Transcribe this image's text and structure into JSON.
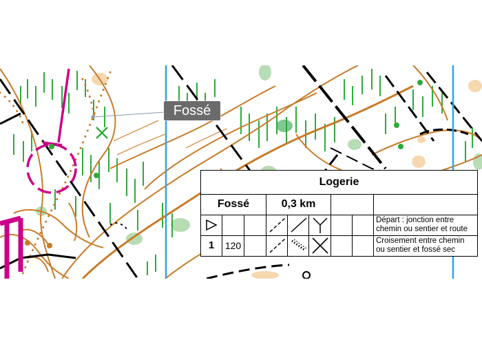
{
  "map": {
    "feature_label": "Fossé",
    "colors": {
      "contour": "#c87a28",
      "vegetation": "#2eaa3c",
      "light_green": "#b8dcb4",
      "course": "#cc0088",
      "grid_line": "#28a8e6",
      "path": "#000000",
      "knoll": "#f6d8b0"
    }
  },
  "description": {
    "title": "Logerie",
    "class_label": "Fossé",
    "distance": "0,3 km",
    "start": {
      "symbol": "triangle-start-icon",
      "text": "Départ : jonction entre chemin ou sentier et route"
    },
    "controls": [
      {
        "number": "1",
        "code": "120",
        "text": "Croisement entre chemin ou sentier et fossé sec"
      }
    ]
  }
}
